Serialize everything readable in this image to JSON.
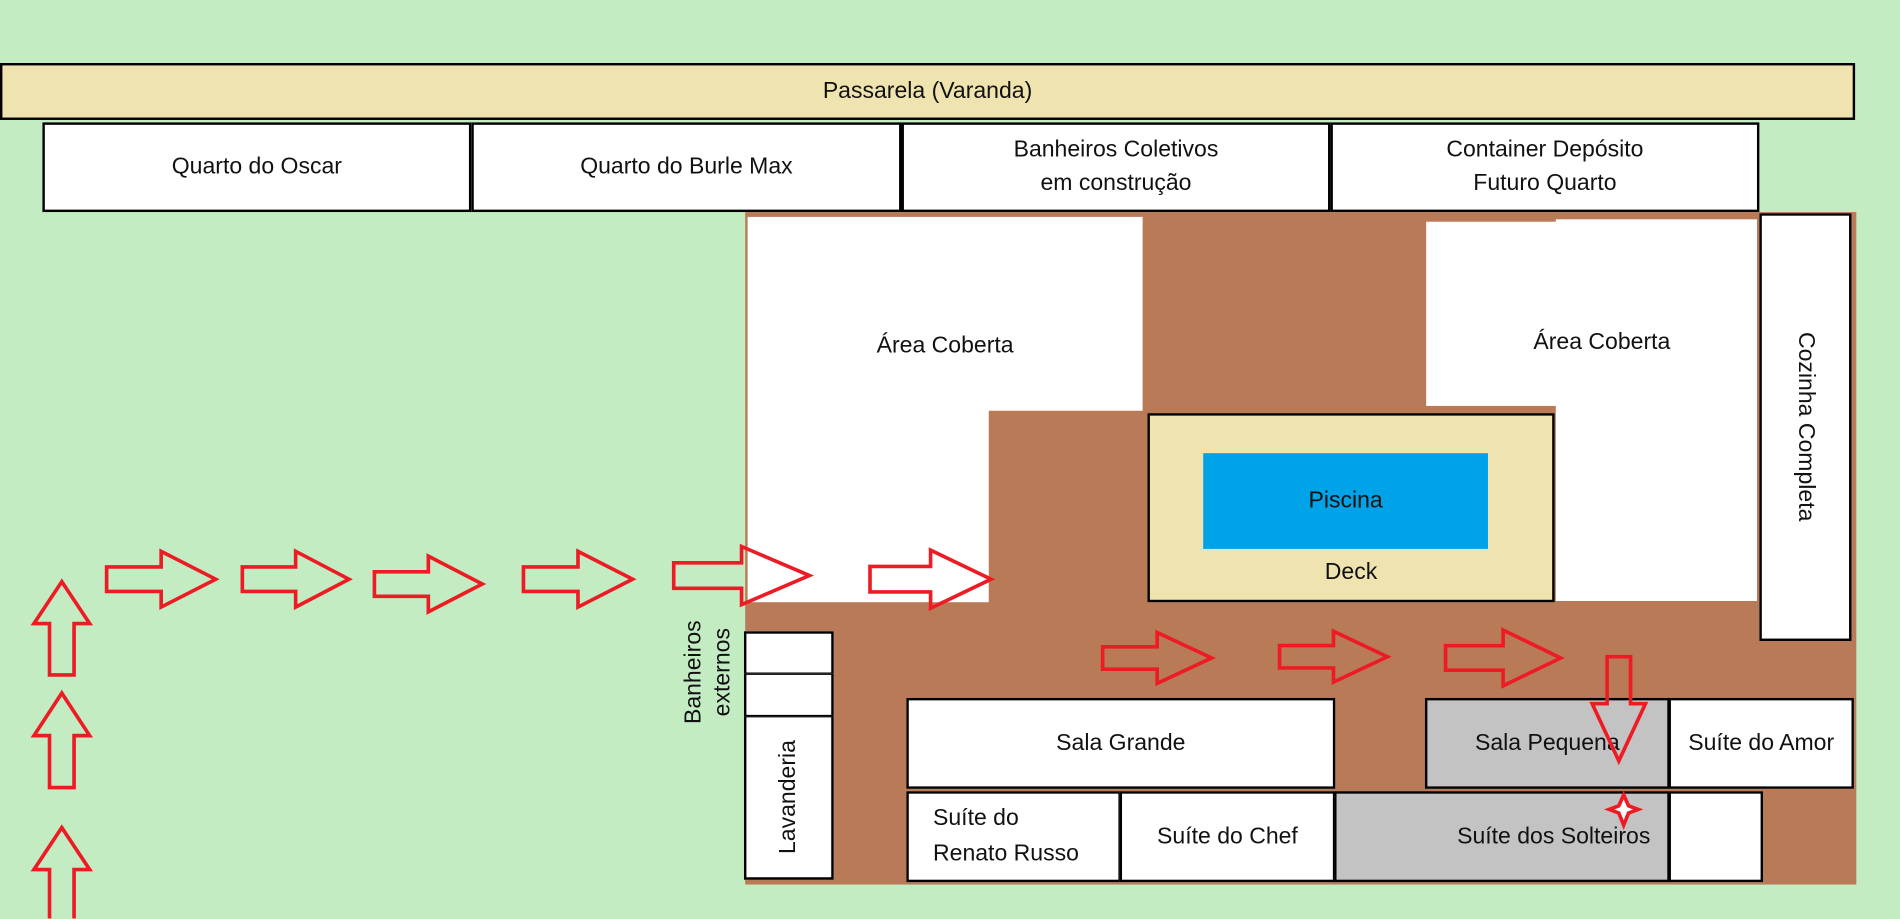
{
  "title": "Passarela (Varanda)",
  "top_rooms": [
    "Quarto do Oscar",
    "Quarto do Burle Max",
    "Banheiros Coletivos\nem construção",
    "Container Depósito\nFuturo Quarto"
  ],
  "covered_left": "Área Coberta",
  "covered_right": "Área Coberta",
  "pool": "Piscina",
  "deck": "Deck",
  "kitchen": "Cozinha Completa",
  "external_bathrooms": "Banheiros\nexternos",
  "laundry": "Lavanderia",
  "sala_grande": "Sala Grande",
  "sala_pequena": "Sala Pequena",
  "suite_amor": "Suíte do Amor",
  "suite_renato": "Suíte do\nRenato Russo",
  "suite_chef": "Suíte do Chef",
  "suite_solteiros": "Suíte dos Solteiros",
  "colors": {
    "grass": "#c3ecc3",
    "floor": "#b97a57",
    "sand": "#efe4b0",
    "pool": "#00a2e8",
    "arrow": "#ed1c24",
    "highlight": "#c3c3c3"
  }
}
